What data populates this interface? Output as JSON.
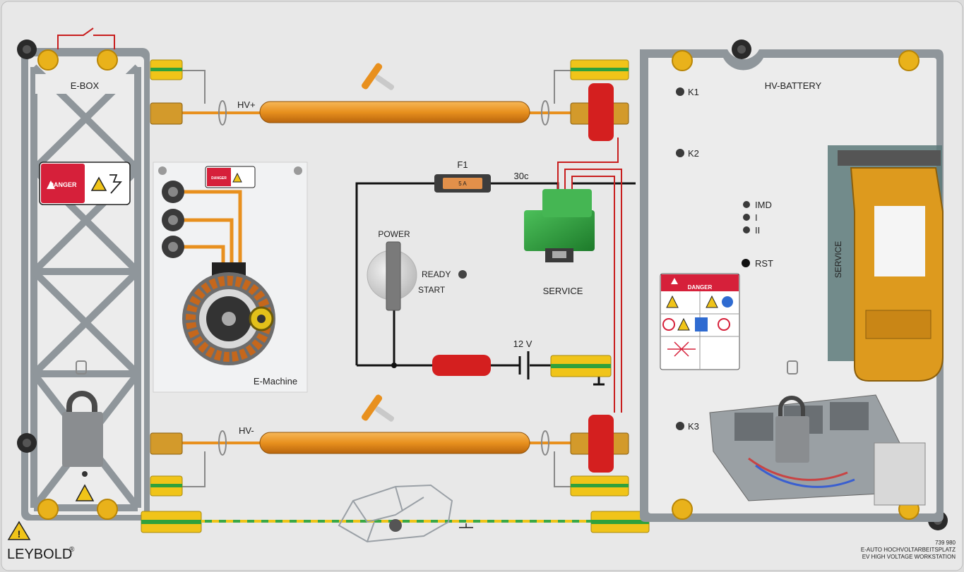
{
  "panel": {
    "left_module_title": "E-BOX",
    "right_module_title": "HV-BATTERY",
    "emachine_title": "E-Machine",
    "danger_label": "DANGER"
  },
  "wires": {
    "hv_plus": "HV+",
    "hv_minus": "HV-",
    "fuse": "F1",
    "fuse_rating": "5 A",
    "terminal_30c": "30c",
    "battery_12v": "12 V"
  },
  "controls": {
    "power": "POWER",
    "ready": "READY",
    "start": "START",
    "service_plug": "SERVICE"
  },
  "battery_indicators": {
    "k1": "K1",
    "k2": "K2",
    "k3": "K3",
    "imd": "IMD",
    "i": "I",
    "ii": "II",
    "rst": "RST",
    "service_vertical": "SERVICE"
  },
  "footer": {
    "brand": "LEYBOLD",
    "brand_mark": "®",
    "model_number": "739 980",
    "title_de": "E-AUTO HOCHVOLTARBEITSPLATZ",
    "title_en": "EV HIGH VOLTAGE WORKSTATION"
  },
  "colors": {
    "panel": "#e9e9e9",
    "frame": "#8d9499",
    "hv_cable": "#e8901e",
    "yellow": "#f0c419",
    "green": "#2fa13c",
    "red": "#d41f1f",
    "danger_red": "#d6203a"
  }
}
